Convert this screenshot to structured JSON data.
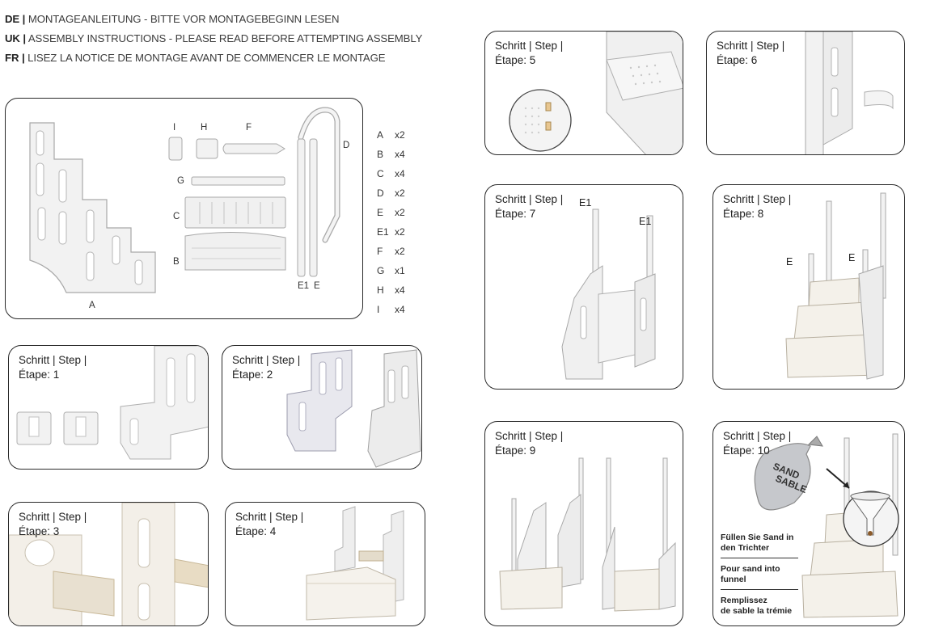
{
  "header": {
    "lines": [
      {
        "code": "DE |",
        "text": " MONTAGEANLEITUNG - BITTE  VOR MONTAGEBEGINN LESEN"
      },
      {
        "code": "UK |",
        "text": " ASSEMBLY INSTRUCTIONS - PLEASE READ BEFORE ATTEMPTING ASSEMBLY"
      },
      {
        "code": "FR |",
        "text": " LISEZ LA NOTICE DE MONTAGE AVANT DE COMMENCER LE MONTAGE"
      }
    ]
  },
  "parts_diagram": {
    "labels": {
      "A": "A",
      "B": "B",
      "C": "C",
      "D": "D",
      "E": "E",
      "E1": "E1",
      "F": "F",
      "G": "G",
      "H": "H",
      "I": "I"
    }
  },
  "parts_list": [
    {
      "letter": "A",
      "qty": "x2"
    },
    {
      "letter": "B",
      "qty": "x4"
    },
    {
      "letter": "C",
      "qty": "x4"
    },
    {
      "letter": "D",
      "qty": "x2"
    },
    {
      "letter": "E",
      "qty": "x2"
    },
    {
      "letter": "E1",
      "qty": "x2"
    },
    {
      "letter": "F",
      "qty": "x2"
    },
    {
      "letter": "G",
      "qty": "x1"
    },
    {
      "letter": "H",
      "qty": "x4"
    },
    {
      "letter": "I",
      "qty": "x4"
    }
  ],
  "steps": [
    {
      "line1": "Schritt | Step |",
      "line2": "Étape: 1"
    },
    {
      "line1": "Schritt | Step |",
      "line2": "Étape: 2"
    },
    {
      "line1": "Schritt | Step |",
      "line2": "Étape: 3"
    },
    {
      "line1": "Schritt | Step |",
      "line2": "Étape: 4"
    },
    {
      "line1": "Schritt | Step |",
      "line2": "Étape: 5"
    },
    {
      "line1": "Schritt | Step |",
      "line2": "Étape: 6"
    },
    {
      "line1": "Schritt | Step |",
      "line2": "Étape: 7"
    },
    {
      "line1": "Schritt | Step |",
      "line2": "Étape: 8"
    },
    {
      "line1": "Schritt | Step |",
      "line2": "Étape: 9"
    },
    {
      "line1": "Schritt | Step |",
      "line2": "Étape: 10"
    }
  ],
  "step7_callouts": {
    "left": "E1",
    "right": "E1"
  },
  "step8_callouts": {
    "left": "E",
    "right": "E"
  },
  "step10": {
    "bag_text": [
      "SAND",
      "SABLE"
    ],
    "instructions": [
      {
        "line1": "Füllen Sie Sand in",
        "line2": "den Trichter"
      },
      {
        "line1": "Pour sand into",
        "line2": "funnel"
      },
      {
        "line1": "Remplissez",
        "line2": "de sable la trémie"
      }
    ]
  },
  "colors": {
    "border": "#2a2a2a",
    "part_fill": "#f2f2f2",
    "part_stroke": "#a8a8a8",
    "shadow": "#d9d9d9"
  }
}
